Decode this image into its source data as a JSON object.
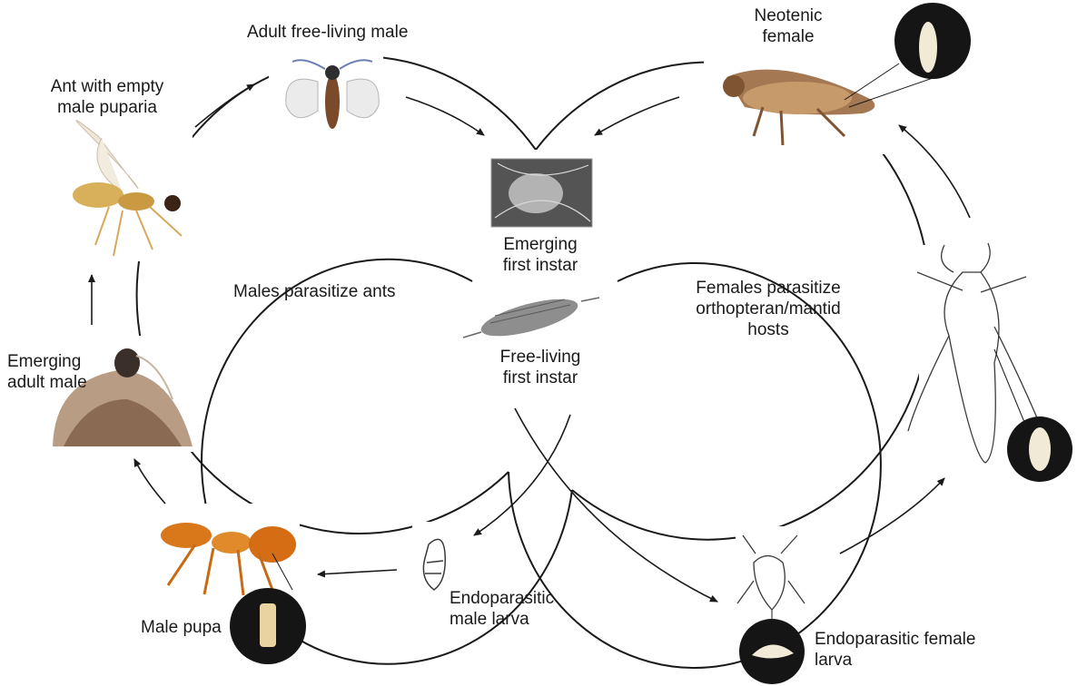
{
  "labels": {
    "adult_male": "Adult free-living male",
    "ant_line1": "Ant with empty",
    "ant_line2": "male puparia",
    "neotenic_line1": "Neotenic",
    "neotenic_line2": "female",
    "emerging_first_line1": "Emerging",
    "emerging_first_line2": "first instar",
    "free_first_line1": "Free-living",
    "free_first_line2": "first instar",
    "males_parasitize": "Males parasitize ants",
    "females_line1": "Females parasitize",
    "females_line2": "orthopteran/mantid",
    "females_line3": "hosts",
    "emerging_adult_line1": "Emerging",
    "emerging_adult_line2": "adult male",
    "male_pupa": "Male pupa",
    "endo_male_line1": "Endoparasitic",
    "endo_male_line2": "male larva",
    "endo_female_line1": "Endoparasitic female",
    "endo_female_line2": "larva"
  },
  "colors": {
    "track": "#1a1a1a",
    "ant_orange": "#d9771b",
    "wasp_gold": "#d9b05a",
    "cricket_brown": "#9c6b3f",
    "inset_dark": "#151515",
    "larva_cream": "#f1ead6"
  },
  "icons": [
    "adult-male-insect-icon",
    "winged-ant-icon",
    "cricket-icon",
    "scanning-micrograph-icon",
    "first-instar-larva-icon",
    "emerging-adult-male-icon",
    "ant-host-icon",
    "male-pupa-inset-icon",
    "male-larva-drawing-icon",
    "mantid-drawing-icon",
    "female-larva-inset-icon",
    "orthopteran-drawing-icon",
    "female-larva-inset-large-icon",
    "neotenic-female-inset-icon"
  ]
}
